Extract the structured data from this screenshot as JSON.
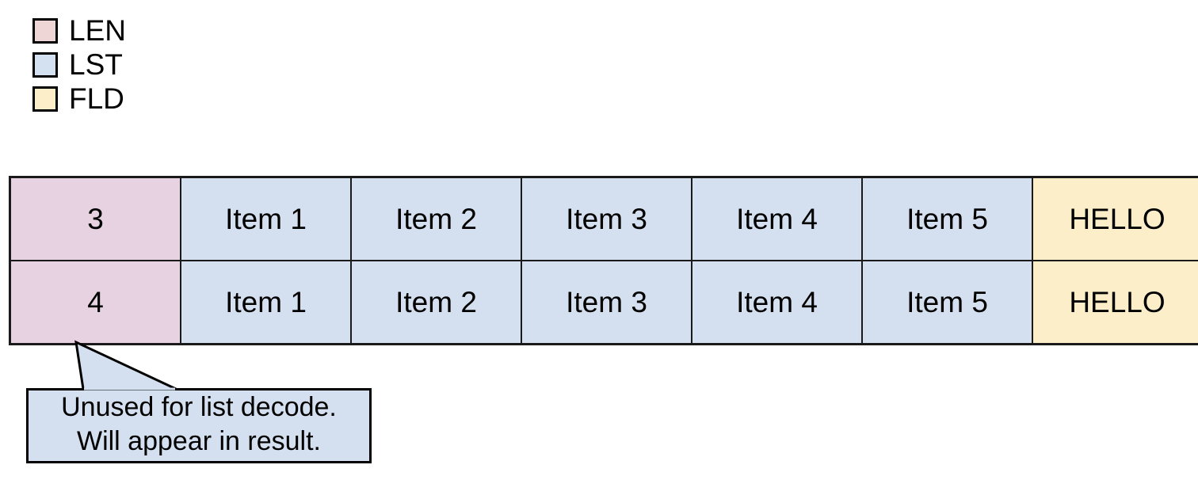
{
  "legend": {
    "items": [
      {
        "label": "LEN",
        "color": "#eed6d6",
        "icon": "legend-swatch-icon"
      },
      {
        "label": "LST",
        "color": "#d4e1f0",
        "icon": "legend-swatch-icon"
      },
      {
        "label": "FLD",
        "color": "#fbeec8",
        "icon": "legend-swatch-icon"
      }
    ]
  },
  "colors": {
    "len_fill": "#e6d2e0",
    "lst_fill": "#d4e0f0",
    "fld_fill": "#fbeec8",
    "border": "#1a1a1a",
    "callout_fill": "#d4e0f0",
    "background": "#ffffff"
  },
  "table": {
    "rows": [
      {
        "len": "3",
        "items": [
          "Item 1",
          "Item 2",
          "Item 3",
          "Item 4",
          "Item 5"
        ],
        "fld": "HELLO"
      },
      {
        "len": "4",
        "items": [
          "Item 1",
          "Item 2",
          "Item 3",
          "Item 4",
          "Item 5"
        ],
        "fld": "HELLO"
      }
    ]
  },
  "callout": {
    "line1": "Unused for list decode.",
    "line2": "Will appear in result."
  }
}
